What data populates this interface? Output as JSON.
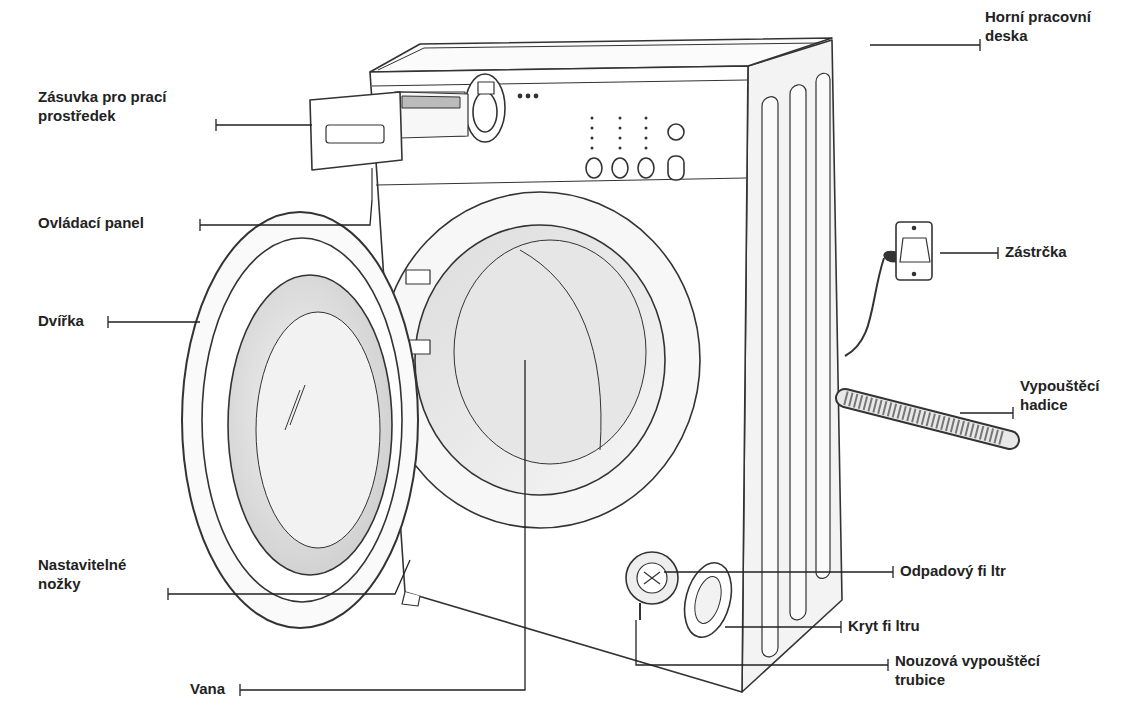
{
  "diagram": {
    "labels": [
      "Horní pracovní deska",
      "Zásuvka pro prací prostředek",
      "Ovládací panel",
      "Dvířka",
      "Nastavitelné nožky",
      "Vana",
      "Zástrčka",
      "Vypouštěcí hadice",
      "Odpadový fi ltr",
      "Kryt fi ltru",
      "Nouzová vypouštěcí trubice"
    ]
  }
}
